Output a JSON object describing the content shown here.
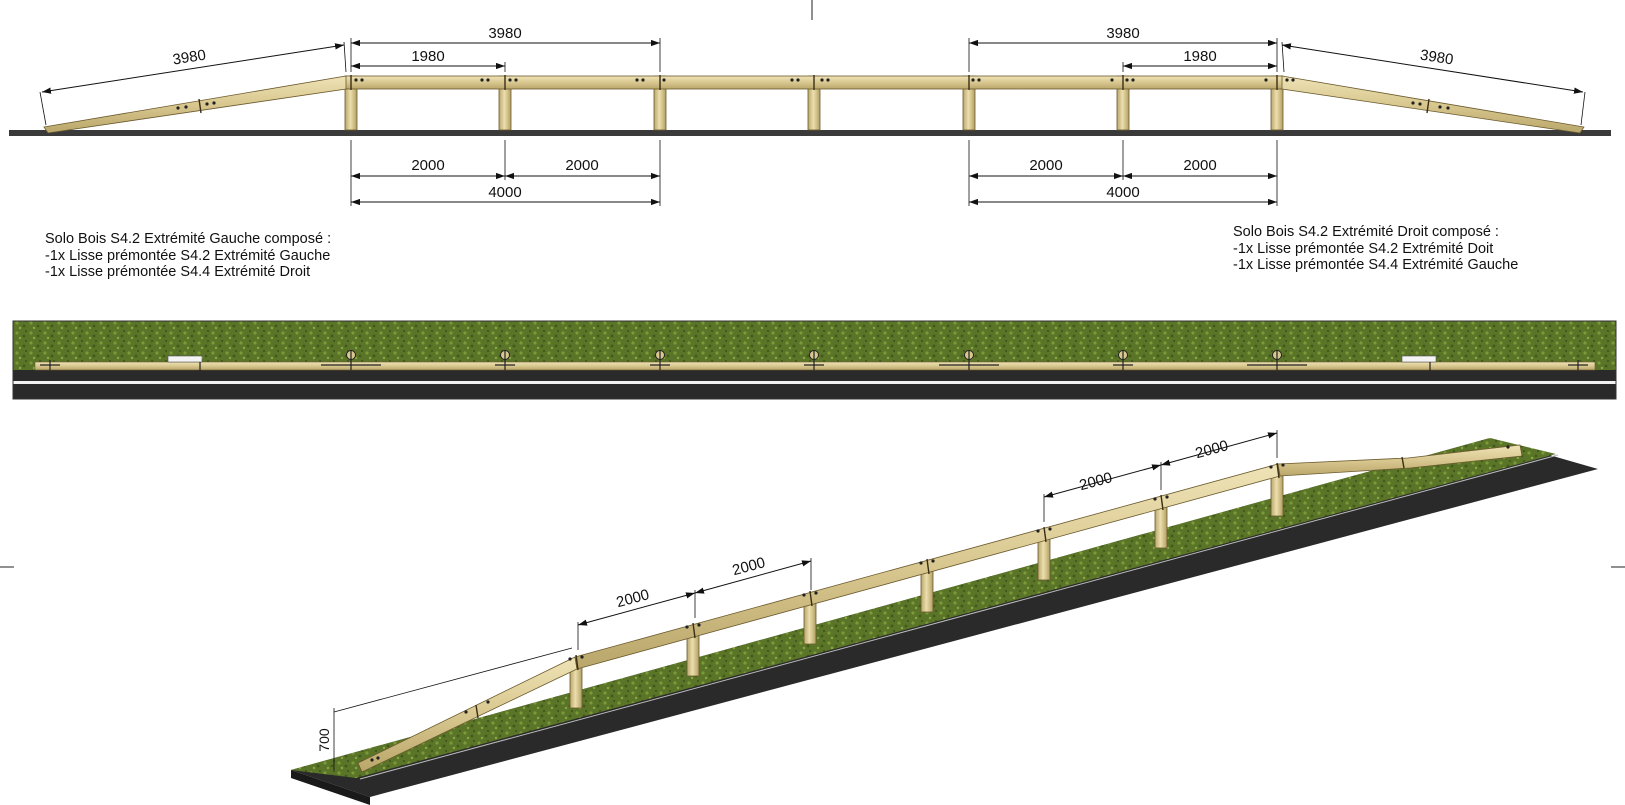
{
  "colors": {
    "wood": "#d8c78f",
    "wood_edge": "#6b5a2e",
    "grass": "#4f6a26",
    "asphalt": "#2a2a2a",
    "ground_line": "#3a3a3a",
    "dimension": "#111111"
  },
  "elevation": {
    "dims": {
      "slope_left": "3980",
      "top_left_span": "3980",
      "top_left_inner": "1980",
      "top_right_span": "3980",
      "top_right_inner": "1980",
      "slope_right": "3980",
      "bottom_left_a": "2000",
      "bottom_left_b": "2000",
      "bottom_left_total": "4000",
      "bottom_right_a": "2000",
      "bottom_right_b": "2000",
      "bottom_right_total": "4000"
    }
  },
  "notes": {
    "left": {
      "title": "Solo Bois S4.2 Extrémité Gauche composé :",
      "line1": "-1x Lisse prémontée S4.2 Extrémité Gauche",
      "line2": "-1x Lisse prémontée S4.4 Extrémité Droit"
    },
    "right": {
      "title": "Solo Bois S4.2 Extrémité Droit composé :",
      "line1": "-1x Lisse prémontée S4.2 Extrémité Doit",
      "line2": "-1x Lisse prémontée S4.4 Extrémité Gauche"
    }
  },
  "perspective": {
    "dims": {
      "span_1": "2000",
      "span_2": "2000",
      "span_3": "2000",
      "span_4": "2000",
      "height": "700"
    }
  }
}
